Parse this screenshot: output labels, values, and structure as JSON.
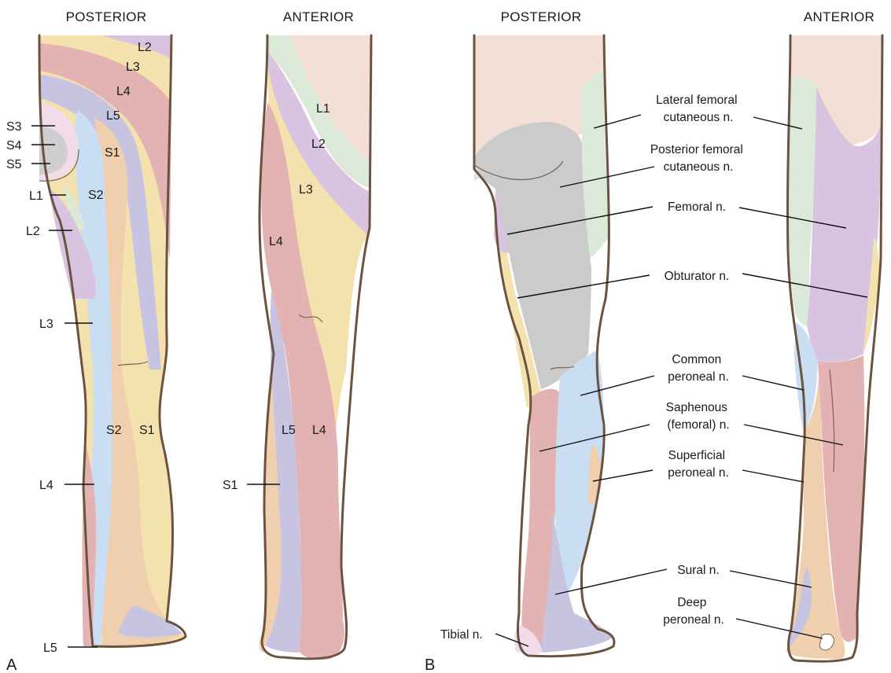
{
  "panels": {
    "a": {
      "letter": "A",
      "posterior_title": "POSTERIOR",
      "anterior_title": "ANTERIOR",
      "posterior_segments": [
        "L2",
        "L3",
        "L4",
        "L5",
        "S1",
        "S2",
        "S2",
        "S1"
      ],
      "posterior_callouts": [
        "S3",
        "S4",
        "S5",
        "L1",
        "L2",
        "L3",
        "L4",
        "L5"
      ],
      "anterior_segments": [
        "L1",
        "L2",
        "L3",
        "L4",
        "L5",
        "L4"
      ],
      "anterior_callouts": [
        "S1"
      ]
    },
    "b": {
      "letter": "B",
      "posterior_title": "POSTERIOR",
      "anterior_title": "ANTERIOR",
      "nerves": [
        [
          "Lateral femoral",
          "cutaneous n."
        ],
        [
          "Posterior femoral",
          "cutaneous n."
        ],
        [
          "Femoral n."
        ],
        [
          "Obturator n."
        ],
        [
          "Common",
          "peroneal n."
        ],
        [
          "Saphenous",
          "(femoral) n."
        ],
        [
          "Superficial",
          "peroneal n."
        ],
        [
          "Sural n."
        ],
        [
          "Deep",
          "peroneal n."
        ],
        [
          "Tibial n."
        ]
      ]
    }
  },
  "colors": {
    "outline": "#6b5340",
    "skin": "#f3dfd6",
    "L1": "#dbe9d8",
    "L2": "#d8c3e0",
    "L3": "#f4e2ae",
    "L4": "#e3b3b3",
    "L5": "#c7c4e2",
    "S1": "#efcfad",
    "S2": "#c9def3",
    "S3": "#f2dcea",
    "S4": "#cfcfcf",
    "S5": "#d7d7d7",
    "gray": "#cbcbcb"
  }
}
